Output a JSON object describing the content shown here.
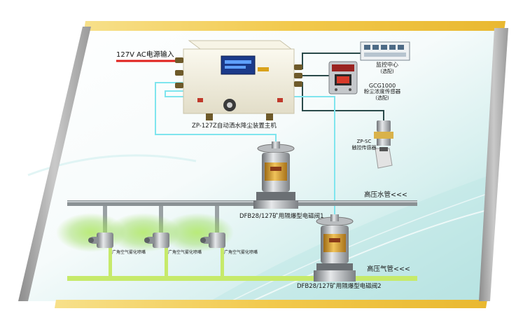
{
  "labels": {
    "power_input": "127V AC电源输入",
    "host": "ZP-127Z自动洒水降尘装置主机",
    "monitor_title": "监控中心",
    "monitor_opt": "(选配)",
    "sensor_title": "GCG1000",
    "sensor_sub": "粉尘浓度传感器",
    "sensor_opt": "(选配)",
    "small_sensor_model": "ZP-SC",
    "small_sensor_name": "触控传感器",
    "water_pipe": "高压水管<<<",
    "air_pipe": "高压气管<<<",
    "valve1": "DFB28/127矿用隔爆型电磁阀1",
    "valve2": "DFB28/127矿用隔爆型电磁阀2",
    "nozzle_label": "广角空气雾化喷嘴"
  },
  "nozzles": [
    {
      "label": "广角空气雾化喷嘴"
    },
    {
      "label": "广角空气雾化喷嘴"
    },
    {
      "label": "广角空气雾化喷嘴"
    }
  ],
  "colors": {
    "frame_gold": "#f2c94c",
    "frame_gray": "#a9a9a9",
    "power_wire": "#e0201c",
    "signal_wire": "#2a4a4a",
    "cyan_wire": "#7fe5ee",
    "water_pipe": "#8a9194",
    "air_pipe": "#c6ea6a",
    "box_cream": "#f1eee0",
    "valve_gold": "#d89a2b",
    "spray_green": "#9bdc5a"
  }
}
